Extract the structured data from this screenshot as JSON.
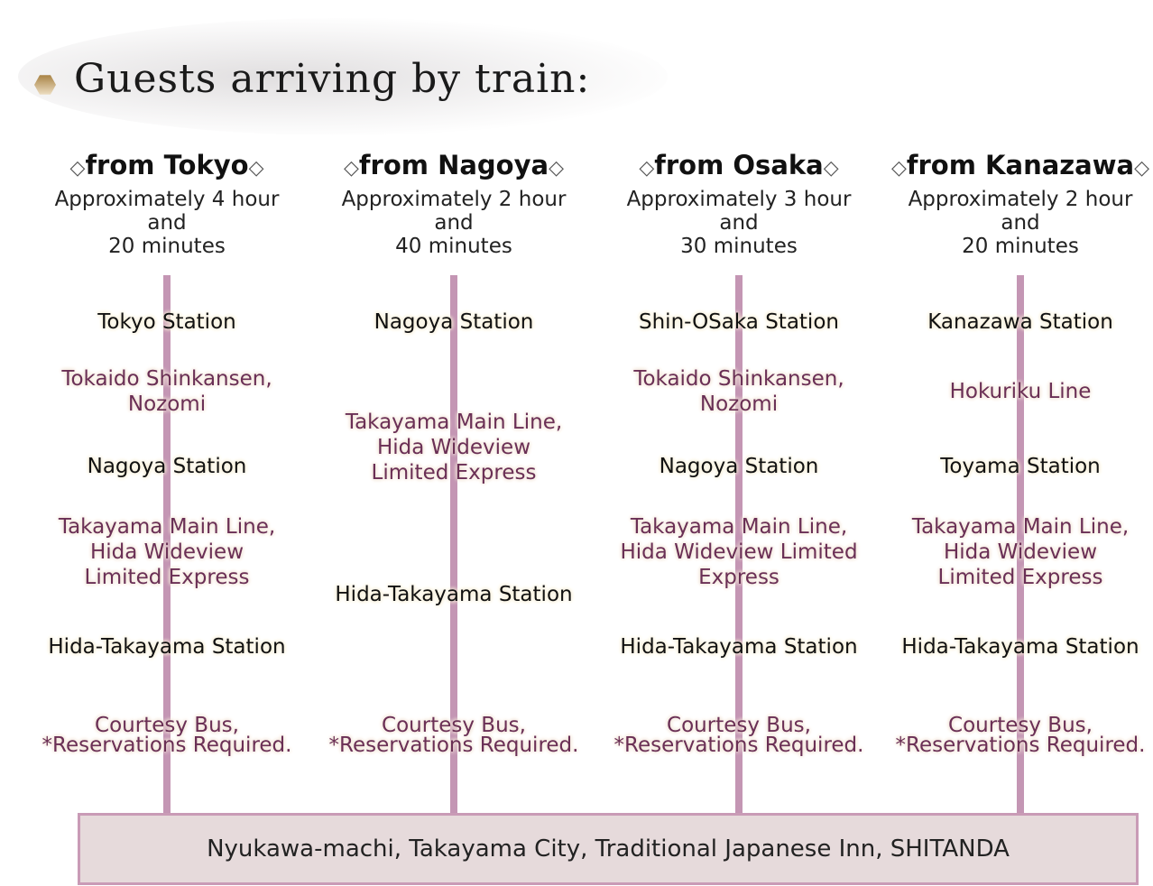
{
  "title": "Guests arriving by train:",
  "routes": [
    {
      "from": "from Tokyo",
      "duration": "Approximately 4 hour\nand\n20 minutes",
      "items": [
        {
          "type": "station",
          "text": "Tokyo Station"
        },
        {
          "type": "line",
          "text": "Tokaido Shinkansen,\nNozomi"
        },
        {
          "type": "station",
          "text": "Nagoya Station"
        },
        {
          "type": "line",
          "text": "Takayama Main Line,\nHida Wideview\nLimited Express"
        },
        {
          "type": "station",
          "text": "Hida-Takayama Station"
        },
        {
          "type": "bus",
          "text": "Courtesy Bus,\n*Reservations Required."
        }
      ]
    },
    {
      "from": "from Nagoya",
      "duration": "Approximately 2 hour\nand\n40 minutes",
      "items": [
        {
          "type": "station",
          "text": "Nagoya Station"
        },
        {
          "type": "line",
          "text": "Takayama Main Line,\nHida Wideview\nLimited Express"
        },
        {
          "type": "station",
          "text": "Hida-Takayama Station"
        },
        {
          "type": "bus",
          "text": "Courtesy Bus,\n*Reservations Required."
        }
      ]
    },
    {
      "from": "from Osaka",
      "duration": "Approximately 3 hour\nand\n30 minutes",
      "items": [
        {
          "type": "station",
          "text": "Shin-OSaka Station"
        },
        {
          "type": "line",
          "text": "Tokaido Shinkansen,\nNozomi"
        },
        {
          "type": "station",
          "text": "Nagoya Station"
        },
        {
          "type": "line",
          "text": "Takayama Main Line,\nHida Wideview Limited\nExpress"
        },
        {
          "type": "station",
          "text": "Hida-Takayama Station"
        },
        {
          "type": "bus",
          "text": "Courtesy Bus,\n*Reservations Required."
        }
      ]
    },
    {
      "from": "from Kanazawa",
      "duration": "Approximately 2 hour\nand\n20 minutes",
      "items": [
        {
          "type": "station",
          "text": "Kanazawa Station"
        },
        {
          "type": "line",
          "text": "Hokuriku Line"
        },
        {
          "type": "station",
          "text": "Toyama Station"
        },
        {
          "type": "line",
          "text": "Takayama Main Line,\nHida Wideview\nLimited Express"
        },
        {
          "type": "station",
          "text": "Hida-Takayama Station"
        },
        {
          "type": "bus",
          "text": "Courtesy Bus,\n*Reservations Required."
        }
      ]
    }
  ],
  "destination": "Nyukawa-machi, Takayama City, Traditional Japanese Inn, SHITANDA",
  "diamond": "◇"
}
